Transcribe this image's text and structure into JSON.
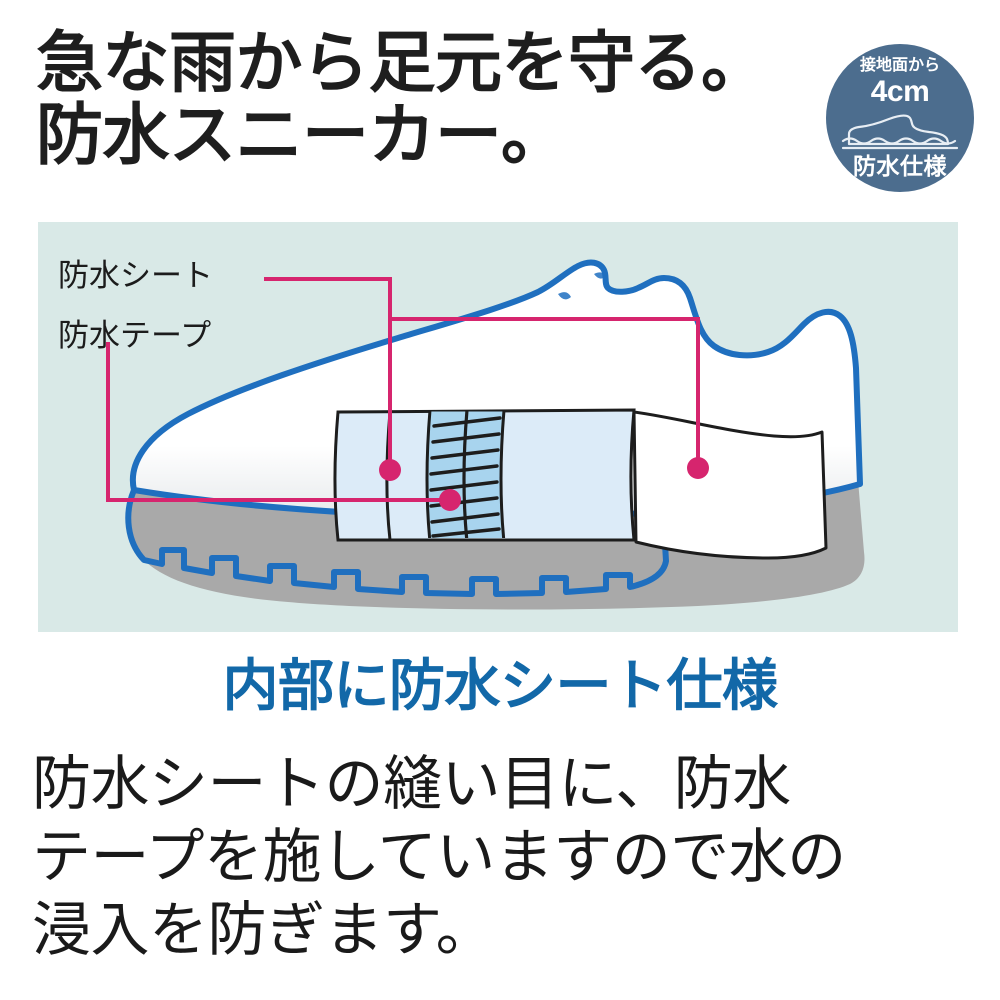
{
  "headline": {
    "line1": "急な雨から足元を守る。",
    "line2": "防水スニーカー。"
  },
  "badge": {
    "top_text": "接地面から",
    "measure": "4cm",
    "bottom_text": "防水仕様",
    "icon": "waterproof-shoe-wave-icon",
    "bg_color": "#4c6d8e",
    "text_color": "#ffffff"
  },
  "diagram": {
    "background_color": "#d9e9e7",
    "outline_color": "#1f6fbf",
    "sole_color": "#a9a9a9",
    "sheet_color": "#dceaf7",
    "tape_color": "#a8d4ee",
    "leader_color": "#d6256e",
    "labels": {
      "sheet": "防水シート",
      "tape": "防水テープ"
    },
    "alt": "防水シートと防水テープの位置を示すスニーカー断面図"
  },
  "subhead": {
    "text": "内部に防水シート仕様",
    "color": "#1268a8"
  },
  "body": {
    "line1": "防水シートの縫い目に、防水",
    "line2": "テープを施していますので水の",
    "line3": "浸入を防ぎます。"
  }
}
